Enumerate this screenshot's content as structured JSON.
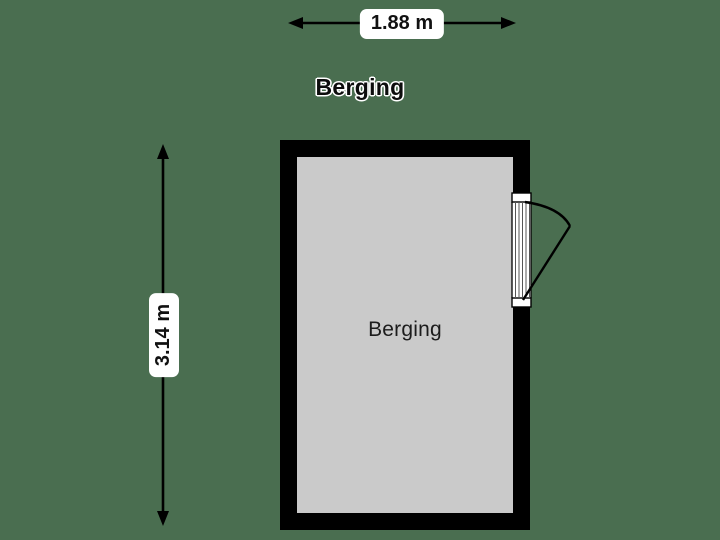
{
  "background_color": "#4a6e50",
  "floor_color": "#cacaca",
  "wall_color": "#000000",
  "plan": {
    "title": "Berging",
    "room_label": "Berging"
  },
  "dimensions": {
    "width_label": "1.88 m",
    "height_label": "3.14 m",
    "unit": "m",
    "width_value": 1.88,
    "height_value": 3.14
  },
  "door": {
    "name": "swing-door",
    "wall": "right",
    "swing": "outward"
  }
}
